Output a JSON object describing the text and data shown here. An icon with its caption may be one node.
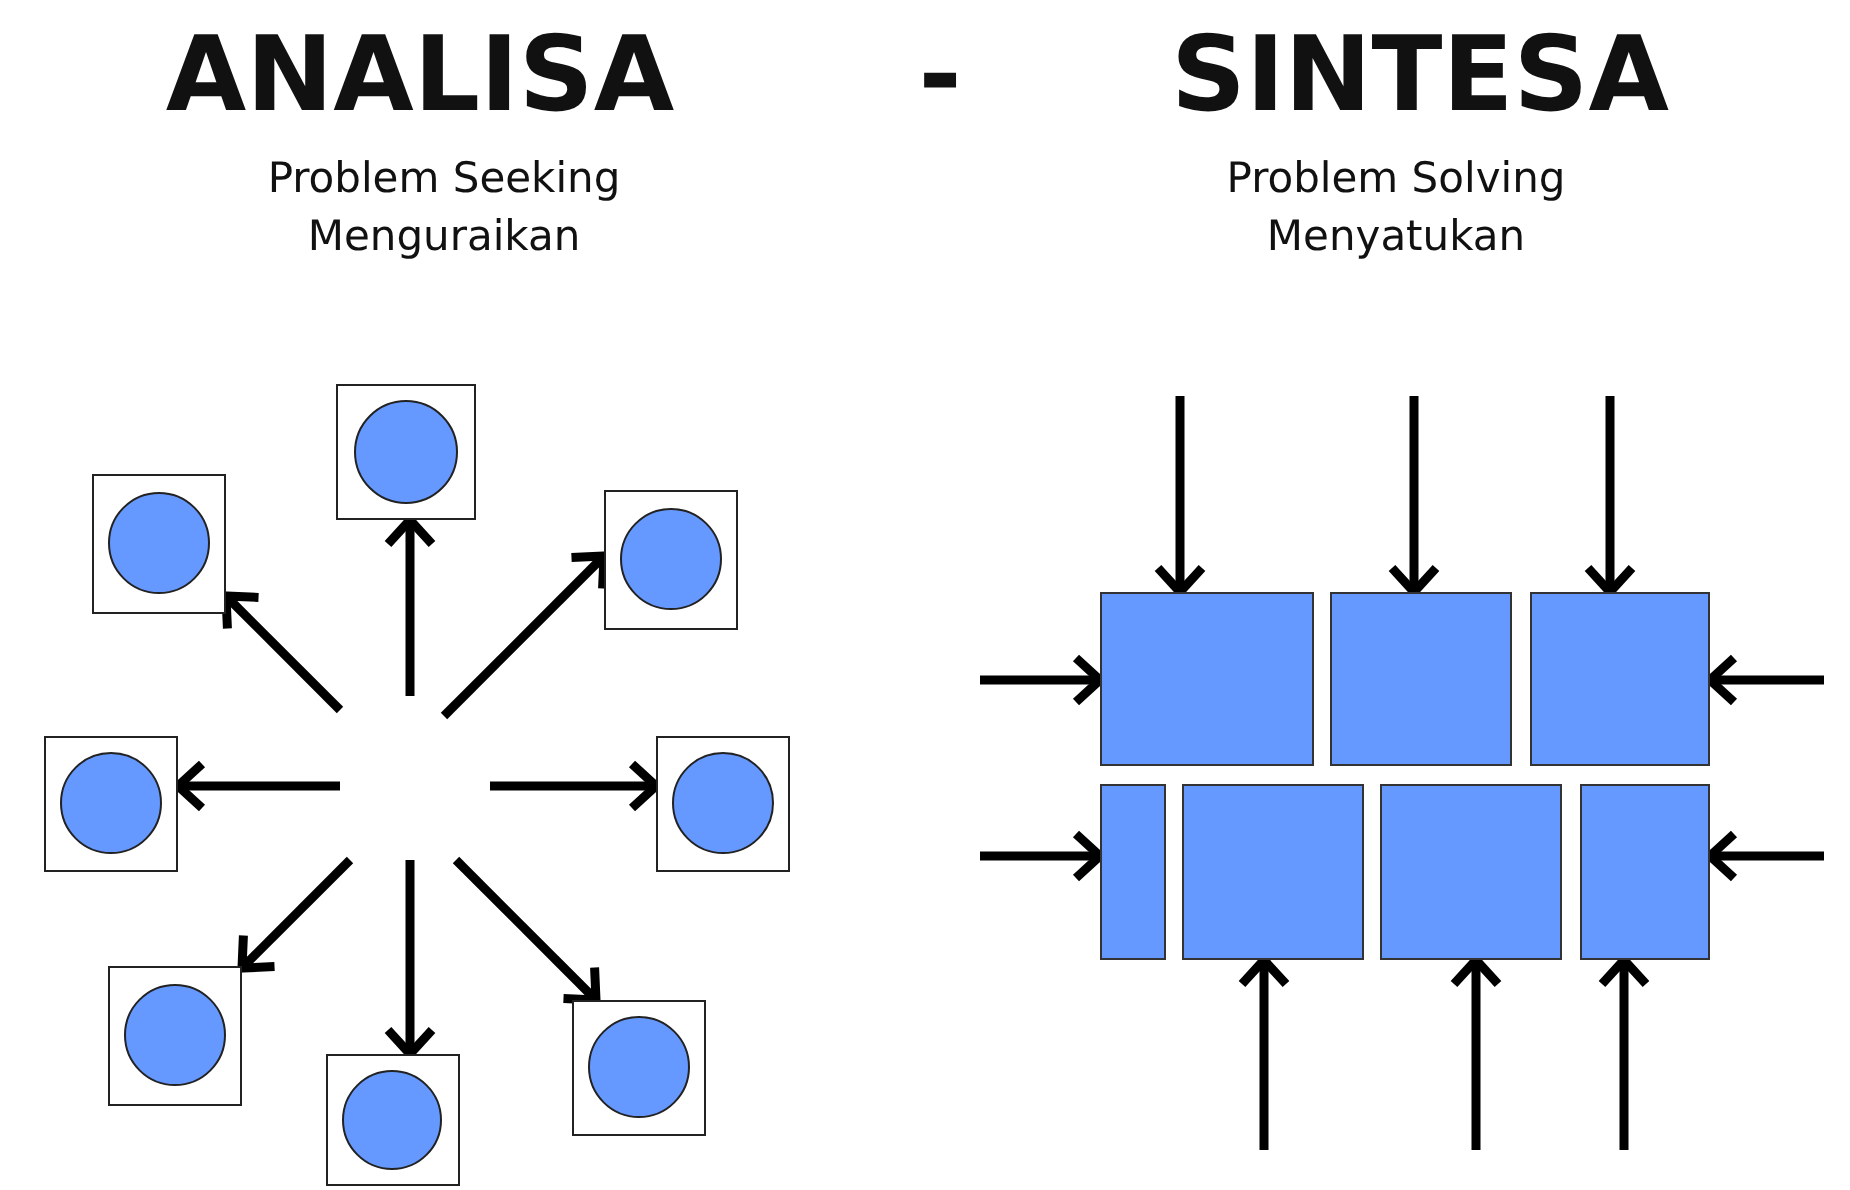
{
  "diagram": {
    "nodes": [
      {
        "text": [],
        "shape": "box"
      },
      {
        "text": [],
        "shape": "circle",
        "in": 0
      },
      {
        "text": [],
        "shape": "box"
      },
      {
        "text": [],
        "shape": "circle",
        "in": 2
      },
      {
        "text": [],
        "shape": "box"
      },
      {
        "text": [],
        "shape": "circle",
        "in": 4
      },
      {
        "text": [],
        "shape": "box"
      },
      {
        "text": [],
        "shape": "circle",
        "in": 6
      },
      {
        "text": [],
        "shape": "box"
      },
      {
        "text": [],
        "shape": "circle",
        "in": 8
      },
      {
        "text": [],
        "shape": "box"
      },
      {
        "text": [],
        "shape": "circle",
        "in": 10
      },
      {
        "text": [],
        "shape": "box"
      },
      {
        "text": [],
        "shape": "circle",
        "in": 12
      },
      {
        "text": [],
        "shape": "box"
      },
      {
        "text": [],
        "shape": "circle",
        "in": 14
      },
      {
        "text": [],
        "shape": "box"
      },
      {
        "text": [],
        "shape": "box"
      },
      {
        "text": [],
        "shape": "box"
      },
      {
        "text": [],
        "shape": "box"
      },
      {
        "text": [],
        "shape": "box"
      },
      {
        "text": [],
        "shape": "box"
      },
      {
        "text": [],
        "shape": "box"
      }
    ],
    "edges": [
      {
        "from": null,
        "to": 0,
        "arrow": "to"
      },
      {
        "from": null,
        "to": 2,
        "arrow": "to"
      },
      {
        "from": null,
        "to": 4,
        "arrow": "to"
      },
      {
        "from": null,
        "to": 6,
        "arrow": "to"
      },
      {
        "from": null,
        "to": 8,
        "arrow": "to"
      },
      {
        "from": null,
        "to": 10,
        "arrow": "to"
      },
      {
        "from": null,
        "to": 12,
        "arrow": "to"
      },
      {
        "from": null,
        "to": 14,
        "arrow": "to"
      },
      {
        "from": null,
        "to": 16,
        "arrow": "to"
      },
      {
        "from": null,
        "to": 17,
        "arrow": "to"
      },
      {
        "from": null,
        "to": 18,
        "arrow": "to"
      },
      {
        "from": null,
        "to": 16,
        "arrow": "to"
      },
      {
        "from": null,
        "to": 18,
        "arrow": "to"
      },
      {
        "from": null,
        "to": 19,
        "arrow": "to"
      },
      {
        "from": null,
        "to": 22,
        "arrow": "to"
      },
      {
        "from": null,
        "to": 20,
        "arrow": "to"
      },
      {
        "from": null,
        "to": 21,
        "arrow": "to"
      },
      {
        "from": null,
        "to": 22,
        "arrow": "to"
      }
    ],
    "labels": [
      "ANALISA",
      "-",
      "SINTESA",
      "Problem Seeking",
      "Problem Solving",
      "Menguraikan",
      "Menyatukan"
    ]
  }
}
